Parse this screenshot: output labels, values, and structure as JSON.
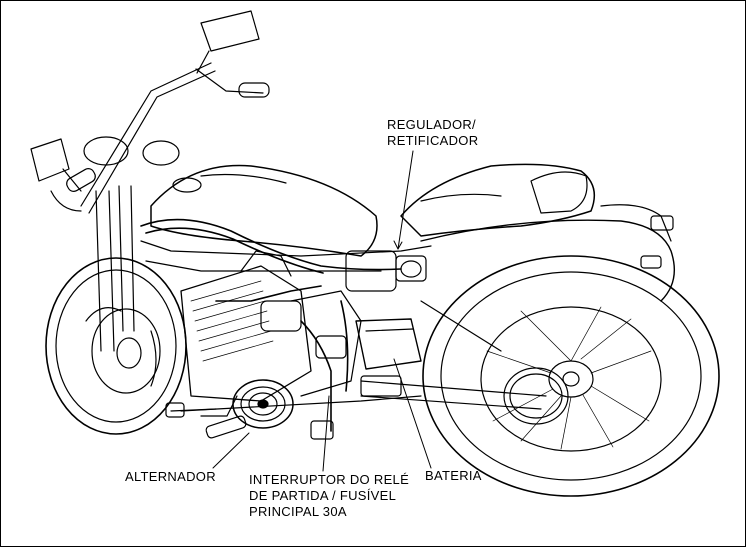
{
  "labels": {
    "regulator": [
      "REGULADOR/",
      "RETIFICADOR"
    ],
    "alternator": "ALTERNADOR",
    "relay_switch": [
      "INTERRUPTOR DO RELÉ",
      "DE PARTIDA / FUSÍVEL",
      "PRINCIPAL 30A"
    ],
    "battery": "BATERIA"
  },
  "colors": {
    "line": "#000000",
    "background": "#ffffff"
  }
}
